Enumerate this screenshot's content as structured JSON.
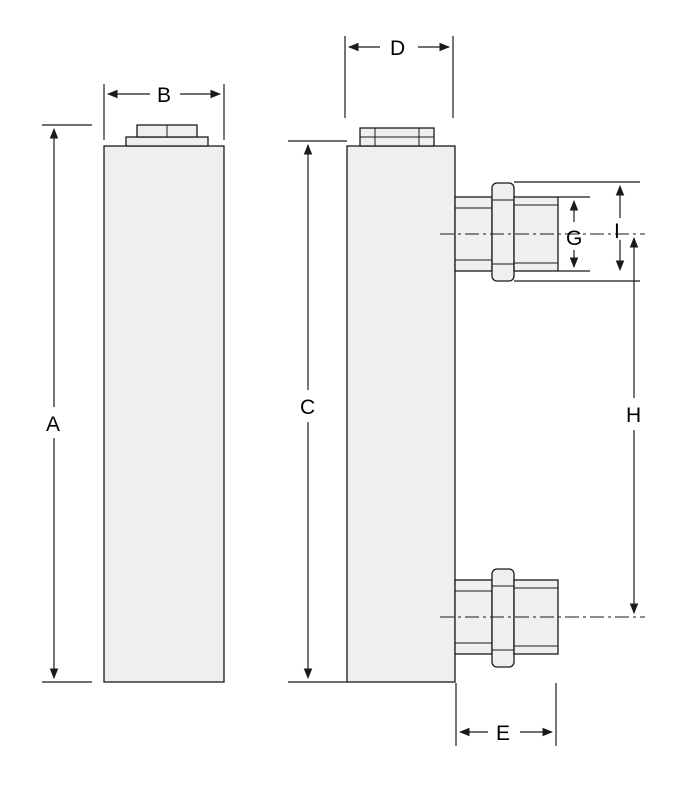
{
  "labels": {
    "A": "A",
    "B": "B",
    "C": "C",
    "D": "D",
    "E": "E",
    "G": "G",
    "H": "H",
    "I": "I"
  },
  "colors": {
    "body_fill": "#efefef",
    "stroke": "#1a1a1a"
  }
}
